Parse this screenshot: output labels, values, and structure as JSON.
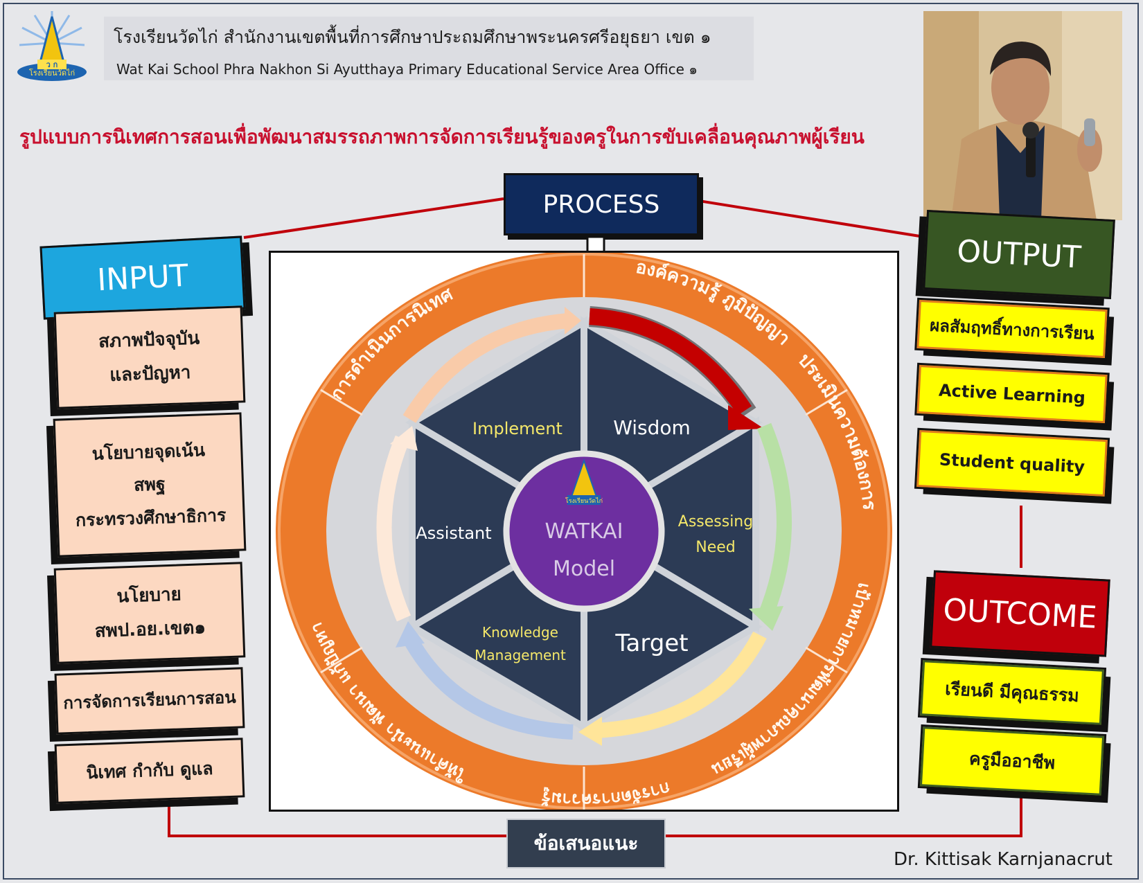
{
  "header": {
    "school_th": "โรงเรียนวัดไก่ สำนักงานเขตพื้นที่การศึกษาประถมศึกษาพระนครศรีอยุธยา เขต ๑",
    "school_en": "Wat Kai School Phra Nakhon Si Ayutthaya Primary Educational Service Area Office ๑",
    "logo_text": "โรงเรียนวัดไก่",
    "logo_initials": "ว ก"
  },
  "title": "รูปแบบการนิเทศการสอนเพื่อพัฒนาสมรรถภาพการจัดการเรียนรู้ของครูในการขับเคลื่อนคุณภาพผู้เรียน",
  "input": {
    "label": "INPUT",
    "items": [
      {
        "lines": [
          "สภาพปัจจุบัน",
          "และปัญหา"
        ]
      },
      {
        "lines": [
          "นโยบายจุดเน้น",
          "สพฐ",
          "กระทรวงศึกษาธิการ"
        ]
      },
      {
        "lines": [
          "นโยบาย",
          "สพป.อย.เขต๑"
        ]
      },
      {
        "lines": [
          "การจัดการเรียนการสอน"
        ]
      },
      {
        "lines": [
          "นิเทศ กำกับ ดูแล"
        ]
      }
    ]
  },
  "process": {
    "label": "PROCESS"
  },
  "output": {
    "label": "OUTPUT",
    "items": [
      "ผลสัมฤทธิ์ทางการเรียน",
      "Active Learning",
      "Student quality"
    ]
  },
  "outcome": {
    "label": "OUTCOME",
    "items": [
      "เรียนดี มีคุณธรรม",
      "ครูมืออาชีพ"
    ]
  },
  "model": {
    "center_line1": "WATKAI",
    "center_line2": "Model",
    "center_logo_text": "โรงเรียนวัดไก่",
    "segments": {
      "wisdom": "Wisdom",
      "assessing_1": "Assessing",
      "assessing_2": "Need",
      "target": "Target",
      "knowledge_1": "Knowledge",
      "knowledge_2": "Management",
      "assistant": "Assistant",
      "implement": "Implement"
    },
    "ring": {
      "r1": "องค์ความรู้ ภูมิปัญญา",
      "r2": "ประเมินความต้องการ",
      "r3": "เป้าหมายการพัฒนาคุณภาพผู้เรียน",
      "r4": "การจัดการความรู้",
      "r5": "ให้คำแนะนำ พัฒนา แก้ปัญหา",
      "r6": "การดำเนินการนิเทศ"
    },
    "colors": {
      "ring": "#ec7a2a",
      "segment": "#2c3b55",
      "center": "#6d2fa0",
      "arrow_wisdom": "#c40000",
      "arrow_assessing": "#b8e0a5",
      "arrow_target": "#ffe599",
      "arrow_knowledge": "#b4c7e7",
      "arrow_assistant": "#fde9d9",
      "arrow_implement": "#f9cba9"
    }
  },
  "recommendation": "ข้อเสนอแนะ",
  "author": "Dr. Kittisak Karnjanacrut"
}
